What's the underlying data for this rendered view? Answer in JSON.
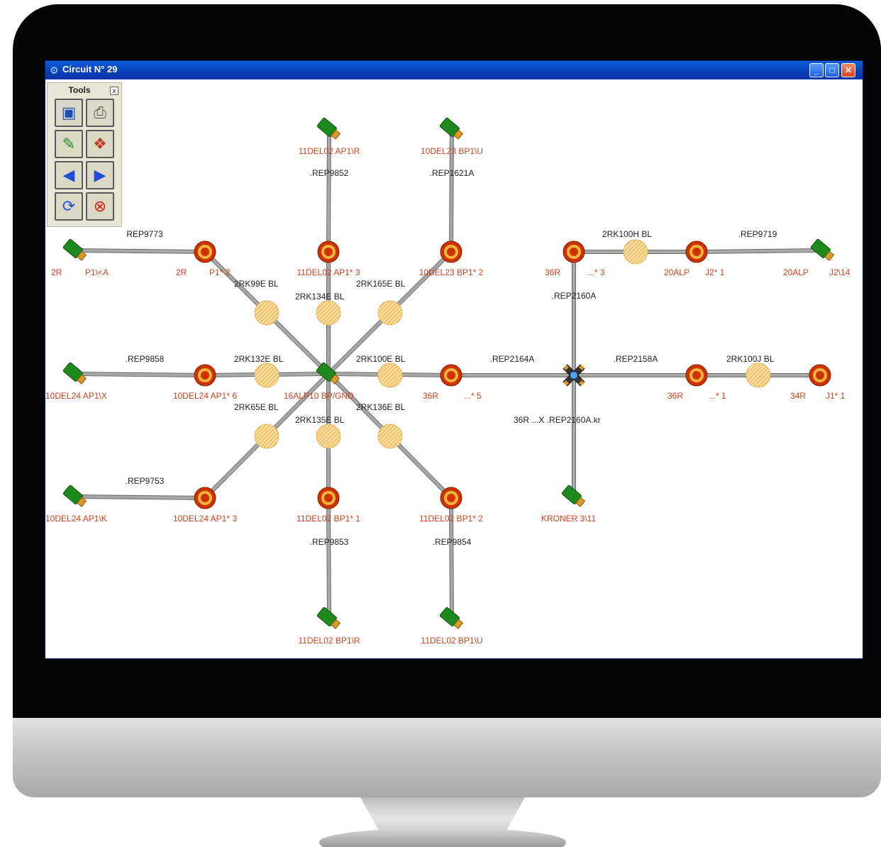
{
  "window": {
    "title": "Circuit N°  29"
  },
  "tools": {
    "title": "Tools",
    "close_glyph": "x",
    "buttons": [
      {
        "name": "save-button",
        "icon": "floppy-disk-icon"
      },
      {
        "name": "print-button",
        "icon": "printer-icon"
      },
      {
        "name": "edit-button",
        "icon": "pencil-icon"
      },
      {
        "name": "color-button",
        "icon": "paint-icon"
      },
      {
        "name": "previous-button",
        "icon": "left-arrow-icon"
      },
      {
        "name": "next-button",
        "icon": "right-arrow-icon"
      },
      {
        "name": "refresh-button",
        "icon": "refresh-icon"
      },
      {
        "name": "cancel-button",
        "icon": "cancel-icon"
      }
    ]
  },
  "colors": {
    "title_bar": "#0a3fb8",
    "wire": "#a8a8a8",
    "terminal": "#cc3300",
    "splice": "#f3c870",
    "connector": "#1e8a1e",
    "red_label": "#d0421c",
    "black_label": "#222222"
  },
  "diagram": {
    "connectors": [
      {
        "id": "c1",
        "labels": [
          "11DEL02  AP1\\R"
        ]
      },
      {
        "id": "c2",
        "labels": [
          "10DEL23  BP1\\U"
        ]
      },
      {
        "id": "c3",
        "labels": [
          "2R",
          "P1\\<A"
        ]
      },
      {
        "id": "c4",
        "labels": [
          "20ALP",
          "J2\\14"
        ]
      },
      {
        "id": "c5",
        "labels": [
          "10DEL24  AP1\\X"
        ]
      },
      {
        "id": "c6",
        "labels": [
          "16ALP10  BP/GND"
        ]
      },
      {
        "id": "c7",
        "labels": [
          "10DEL24  AP1\\K"
        ]
      },
      {
        "id": "c8",
        "labels": [
          "KRONER  3\\11"
        ]
      },
      {
        "id": "c9",
        "labels": [
          "11DEL02  BP1\\R"
        ]
      },
      {
        "id": "c10",
        "labels": [
          "11DEL02  BP1\\U"
        ]
      }
    ],
    "terminals": [
      {
        "id": "t1",
        "labels": [
          "11DEL02  AP1* 3"
        ]
      },
      {
        "id": "t2",
        "labels": [
          "10DEL23  BP1* 2"
        ]
      },
      {
        "id": "t3",
        "labels": [
          "2R",
          "P1* 2"
        ]
      },
      {
        "id": "t4",
        "labels": [
          "36R",
          "...* 3"
        ]
      },
      {
        "id": "t5",
        "labels": [
          "20ALP",
          "J2* 1"
        ]
      },
      {
        "id": "t6",
        "labels": [
          "10DEL24  AP1* 6"
        ]
      },
      {
        "id": "t7",
        "labels": [
          "36R",
          "...* 5"
        ]
      },
      {
        "id": "t8",
        "labels": [
          "36R",
          "...* 1"
        ]
      },
      {
        "id": "t9",
        "labels": [
          "34R",
          "J1* 1"
        ]
      },
      {
        "id": "t10",
        "labels": [
          "10DEL24  AP1* 3"
        ]
      },
      {
        "id": "t11",
        "labels": [
          "11DEL02  BP1* 1"
        ]
      },
      {
        "id": "t12",
        "labels": [
          "11DEL02  BP1* 2"
        ]
      }
    ],
    "splices": [
      {
        "id": "s1",
        "labels": [
          "2RK99E  BL"
        ]
      },
      {
        "id": "s2",
        "labels": [
          "2RK134E  BL"
        ]
      },
      {
        "id": "s3",
        "labels": [
          "2RK165E  BL"
        ]
      },
      {
        "id": "s4",
        "labels": [
          "2RK132E  BL"
        ]
      },
      {
        "id": "s5",
        "labels": [
          "2RK100E  BL"
        ]
      },
      {
        "id": "s6",
        "labels": [
          "2RK65E  BL"
        ]
      },
      {
        "id": "s7",
        "labels": [
          "2RK135E  BL"
        ]
      },
      {
        "id": "s8",
        "labels": [
          "2RK136E  BL"
        ]
      },
      {
        "id": "s9",
        "labels": [
          "2RK100H  BL"
        ]
      },
      {
        "id": "s10",
        "labels": [
          "2RK100J  BL"
        ]
      }
    ],
    "wire_labels": [
      {
        "id": "w1",
        "text": ".REP9852"
      },
      {
        "id": "w2",
        "text": ".REP1621A"
      },
      {
        "id": "w3",
        "text": "REP9773"
      },
      {
        "id": "w4",
        "text": ".REP9719"
      },
      {
        "id": "w5",
        "text": ".REP2160A"
      },
      {
        "id": "w6",
        "text": ".REP9858"
      },
      {
        "id": "w7",
        "text": ".REP2164A"
      },
      {
        "id": "w8",
        "text": ".REP2158A"
      },
      {
        "id": "w9",
        "text": "36R       ...X .REP2160A.kr"
      },
      {
        "id": "w10",
        "text": ".REP9753"
      },
      {
        "id": "w11",
        "text": ".REP9853"
      },
      {
        "id": "w12",
        "text": ".REP9854"
      }
    ]
  }
}
